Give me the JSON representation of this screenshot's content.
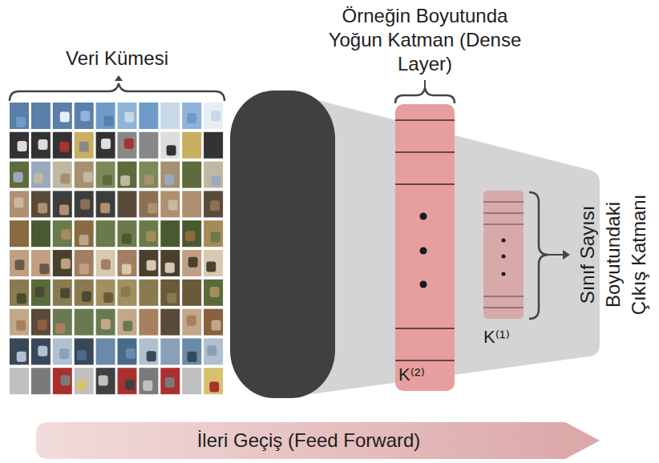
{
  "diagram": {
    "nodes": [
      {
        "text": [
          "Veri Kümesi"
        ]
      },
      {
        "text": [
          "Örneğin Boyutunda Yoğun Katman (Dense Layer)",
          "K⁽²⁾"
        ]
      },
      {
        "text": [
          "K⁽¹⁾",
          "Sınıf Sayısı Boyutundaki Çıkış Katmanı"
        ]
      },
      {
        "text": [
          "İleri Geçiş (Feed Forward)"
        ]
      }
    ]
  }
}
